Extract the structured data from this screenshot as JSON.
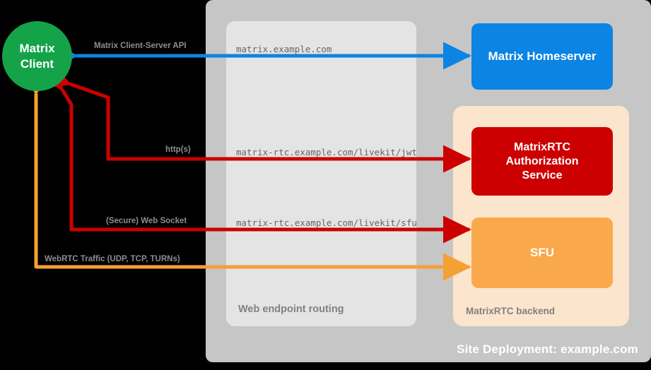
{
  "diagram": {
    "title": "Site Deployment: example.com"
  },
  "nodes": {
    "client": {
      "line1": "Matrix",
      "line2": "Client",
      "color": "#15a34a"
    },
    "homeserver": {
      "label": "Matrix Homeserver",
      "color": "#0b84e3"
    },
    "auth_service": {
      "line1": "MatrixRTC",
      "line2": "Authorization",
      "line3": "Service",
      "color": "#cc0000"
    },
    "sfu": {
      "label": "SFU",
      "color": "#f9a94b"
    }
  },
  "containers": {
    "site": {
      "label": "Site Deployment: example.com",
      "color": "#c6c6c6"
    },
    "routing": {
      "label": "Web endpoint routing",
      "color": "#e4e4e4"
    },
    "backend": {
      "label": "MatrixRTC backend",
      "color": "#fce5cd"
    }
  },
  "flows": [
    {
      "id": "client-server-api",
      "protocol_label": "Matrix Client-Server API",
      "endpoint": "matrix.example.com",
      "color": "#0b84e3",
      "direction": "bidirectional",
      "from": "Matrix Client",
      "to": "Matrix Homeserver"
    },
    {
      "id": "livekit-jwt",
      "protocol_label": "http(s)",
      "endpoint": "matrix-rtc.example.com/livekit/jwt",
      "color": "#cc0000",
      "direction": "bidirectional",
      "from": "Matrix Client",
      "to": "MatrixRTC Authorization Service"
    },
    {
      "id": "livekit-sfu",
      "protocol_label": "(Secure) Web Socket",
      "endpoint": "matrix-rtc.example.com/livekit/sfu",
      "color": "#cc0000",
      "direction": "bidirectional",
      "from": "Matrix Client",
      "to": "SFU"
    },
    {
      "id": "webrtc-traffic",
      "protocol_label": "WebRTC Traffic (UDP, TCP, TURNs)",
      "endpoint": "",
      "color": "#f5a032",
      "direction": "bidirectional",
      "from": "Matrix Client",
      "to": "SFU"
    }
  ]
}
